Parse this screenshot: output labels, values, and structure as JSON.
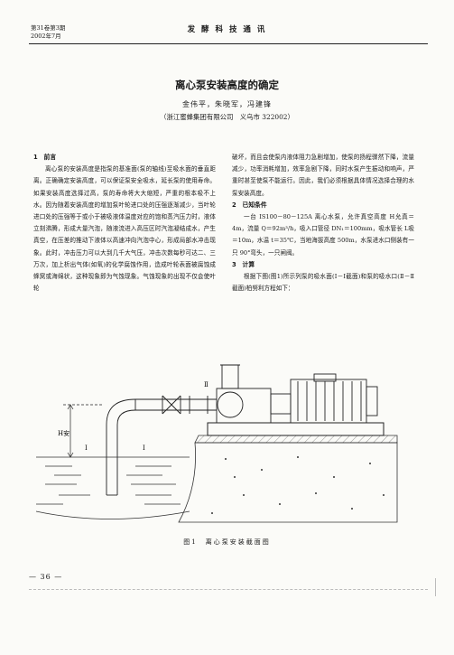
{
  "header": {
    "volume": "第31卷第3期",
    "date": "2002年7月",
    "journal": "发 酵 科 技 通 讯"
  },
  "article": {
    "title": "离心泵安装高度的确定",
    "authors": "金伟平，朱晓军，冯建锋",
    "affiliation": "（浙江蜜蜂集团有限公司　义乌市 322002）"
  },
  "body": {
    "sec1_heading": "1　前言",
    "sec1_p1": "离心泵的安装高度是指泵的基准面(泵的轴线)至吸水面的垂直距离。正确确定安装高度，可以保证泵安全吸水，延长泵的使用寿命。如果安装高度选择过高，泵的寿命将大大缩短，严重的根本吸不上水。因为随着安装高度的增加泵叶轮进口处的压强逐渐减少，当叶轮进口处的压强等于或小于被吸液体温度对应的饱和蒸汽压力时，液体立刻沸腾，形成大量汽泡，随液流进入高压区时汽泡凝结成水，产生真空，在压差的推动下液体以高速冲向汽泡中心，形成局部水冲击现象。此时，冲击压力可以大到几千大气压，冲击次数每秒可达二、三万次，加上析出气体(如氧)的化学腐蚀作用，造成叶轮表面被腐蚀成蜂窝或海绵状，这种现象即为气蚀现象。气蚀现象的出现不仅会使叶轮",
    "sec1_p2": "破坏，而且会使泵内液体阻力急剧增加，使泵的扬程骤然下降，流量减少，功率消耗增加，效率急剧下降，同时水泵产生振动和响声，严重时甚至使泵不能运行。因此，我们必须根据具体情况选择合理的水泵安装高度。",
    "sec2_heading": "2　已知条件",
    "sec2_p1": "一台 IS100－80－125A 离心水泵，允许真空高度 H允真＝4m，流量 Q＝92m³/h，吸入口管径 DN₁＝100mm，吸水管长 L吸＝10m，水温 t＝35℃，当地海拔高度 500m，水泵进水口侧装有一只 90°弯头，一只闸阀。",
    "sec3_heading": "3　计算",
    "sec3_p1": "根据下图(图1)所示列泵的吸水面(Ⅰ－Ⅰ截面)和泵的吸水口(Ⅱ－Ⅱ截面)柏努利方程如下："
  },
  "figure": {
    "caption": "图1　离心泵安装截面图",
    "label_hs": "H安",
    "label_i": "Ⅰ",
    "label_ii": "Ⅱ"
  },
  "footer": {
    "page": "— 36 —"
  }
}
